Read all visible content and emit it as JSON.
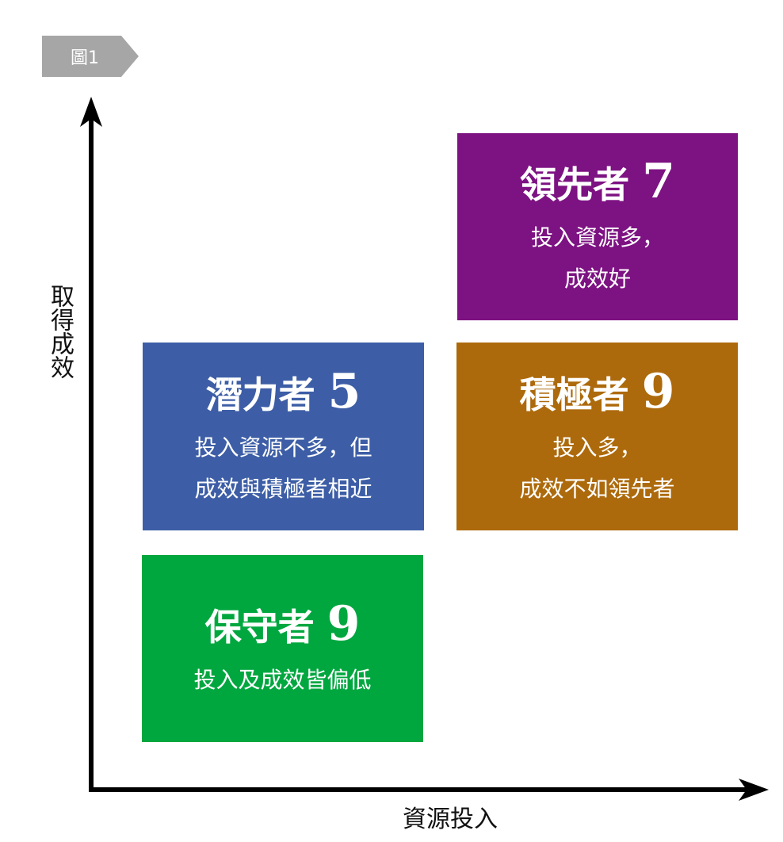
{
  "figure_label": "圖1",
  "y_axis_label": "取得成效",
  "x_axis_label": "資源投入",
  "colors": {
    "leader": "#7d1282",
    "potential": "#3d5ea6",
    "active": "#ad6a0c",
    "conservative": "#00a73f",
    "tag": "#a6a6a6"
  },
  "quadrants": {
    "leader": {
      "name": "領先者",
      "count": "7",
      "lines": [
        "投入資源多，",
        "成效好"
      ]
    },
    "potential": {
      "name": "潛力者",
      "count": "5",
      "lines": [
        "投入資源不多，但",
        "成效與積極者相近"
      ]
    },
    "active": {
      "name": "積極者",
      "count": "9",
      "lines": [
        "投入多，",
        "成效不如領先者"
      ]
    },
    "conservative": {
      "name": "保守者",
      "count": "9",
      "lines": [
        "投入及成效皆偏低"
      ]
    }
  }
}
